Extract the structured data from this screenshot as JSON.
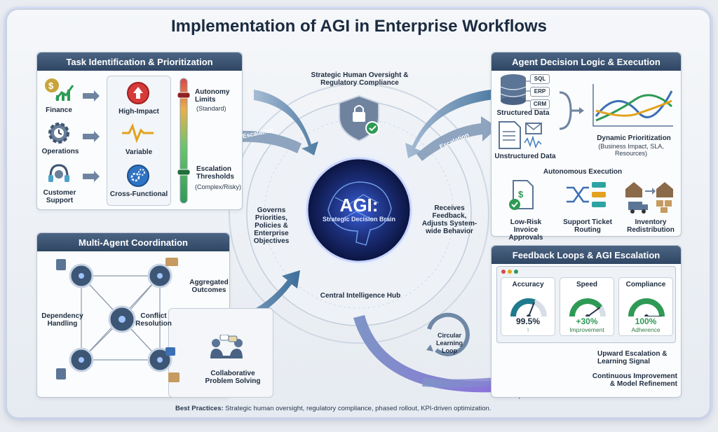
{
  "title": "Implementation of AGI in Enterprise Workflows",
  "task_panel": {
    "header": "Task Identification & Prioritization",
    "domains": [
      "Finance",
      "Operations",
      "Customer Support"
    ],
    "priorities": [
      "High-Impact",
      "Variable",
      "Cross-Functional"
    ],
    "autonomy_title": "Autonomy Limits",
    "autonomy_sub": "(Standard)",
    "escalation_title": "Escalation Thresholds",
    "escalation_sub": "(Complex/Risky)"
  },
  "agent_panel": {
    "header": "Agent Decision Logic & Execution",
    "db_tags": [
      "SQL",
      "ERP",
      "CRM"
    ],
    "structured": "Structured Data",
    "unstructured": "Unstructured Data",
    "dynamic_title": "Dynamic Prioritization",
    "dynamic_sub": "(Business Impact, SLA, Resources)",
    "auto_exec": "Autonomous Execution",
    "exec_items": [
      "Low-Risk Invoice Approvals",
      "Support Ticket Routing",
      "Inventory Redistribution"
    ]
  },
  "multi_panel": {
    "header": "Multi-Agent Coordination",
    "dependency": "Dependency Handling",
    "conflict": "Conflict Resolution",
    "aggregated": "Aggregated Outcomes",
    "collab": "Collaborative Problem Solving"
  },
  "feedback_panel": {
    "header": "Feedback Loops & AGI Escalation",
    "metrics": [
      {
        "name": "Accuracy",
        "value": "99.5%",
        "sub": "↑",
        "color": "#1f7a8c"
      },
      {
        "name": "Speed",
        "value": "+30%",
        "sub": "Improvement",
        "color": "#2e9a55"
      },
      {
        "name": "Compliance",
        "value": "100%",
        "sub": "Adherence",
        "color": "#2e9a55"
      }
    ],
    "upward": "Upward Escalation & Learning Signal",
    "continuous": "Continuous Improvement & Model Refinement"
  },
  "center": {
    "oversight": "Strategic Human Oversight & Regulatory Compliance",
    "agi": "AGI:",
    "agi_sub": "Strategic Decision Brain",
    "governs": "Governs Priorities, Policies & Enterprise Objectives",
    "receives": "Receives Feedback, Adjusts System-wide Behavior",
    "hub": "Central Intelligence Hub",
    "loop": "Circular Learning Loop",
    "escalation_left": "Escalation",
    "escalation_right": "Escalation"
  },
  "footer": {
    "bold": "Best Practices:",
    "text": "Strategic human oversight, regulatory compliance, phased rollout, KPI-driven optimization."
  }
}
